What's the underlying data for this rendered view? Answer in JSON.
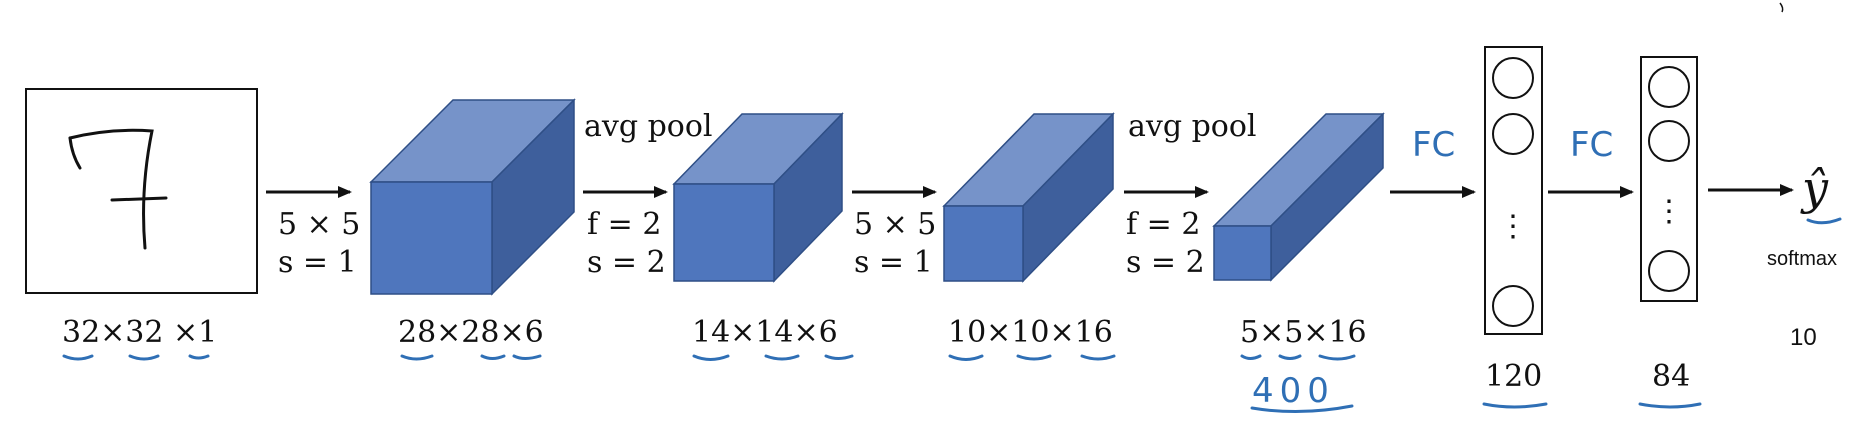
{
  "input": {
    "digit": "7",
    "dims": "32×32 ×1"
  },
  "conv1": {
    "kernel": "5 × 5",
    "stride": "s = 1",
    "output": "28×28×6"
  },
  "pool1": {
    "label": "avg pool",
    "filter": "f = 2",
    "stride": "s = 2",
    "output": "14×14×6"
  },
  "conv2": {
    "kernel": "5 × 5",
    "stride": "s = 1",
    "output": "10×10×16"
  },
  "pool2": {
    "label": "avg pool",
    "filter": "f = 2",
    "stride": "s = 2",
    "output": "5×5×16",
    "flatten_note": "400"
  },
  "fc1": {
    "label": "FC",
    "units": "120",
    "ellipsis": "⋮"
  },
  "fc2": {
    "label": "FC",
    "units": "84",
    "ellipsis": "⋮"
  },
  "output": {
    "symbol": "ŷ",
    "activation": "softmax",
    "classes": "10"
  },
  "colors": {
    "box_front": "#4f76bd",
    "box_top": "#7693c9",
    "box_side": "#3e5f9c",
    "annotation": "#2f6fb5"
  }
}
